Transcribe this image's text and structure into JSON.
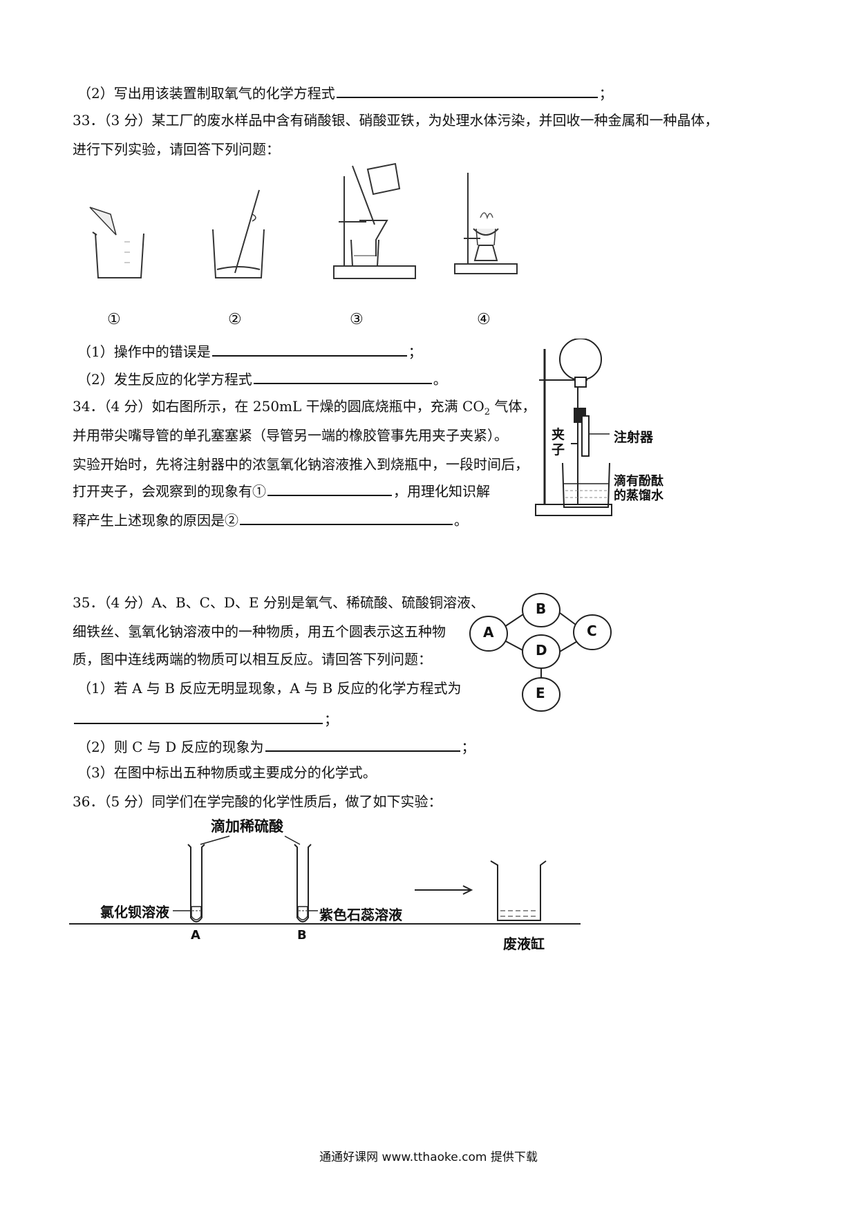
{
  "q32": {
    "part2_prefix": "（2）写出用该装置制取氧气的化学方程式",
    "part2_suffix": "；"
  },
  "q33": {
    "stem_line1": "33．（3 分）某工厂的废水样品中含有硝酸银、硝酸亚铁，为处理水体污染，并回收一种金属和一种晶体，",
    "stem_line2": "进行下列实验，请回答下列问题：",
    "step_labels": [
      "①",
      "②",
      "③",
      "④"
    ],
    "part1_prefix": "（1）操作中的错误是",
    "part1_suffix": "；",
    "part2_prefix": "（2）发生反应的化学方程式",
    "part2_suffix": "。"
  },
  "q34": {
    "line1_a": "34．（4 分）如右图所示，在 250mL 干燥的圆底烧瓶中，充满 CO",
    "line1_sub": "2",
    "line1_b": " 气体，",
    "line2": "并用带尖嘴导管的单孔塞塞紧（导管另一端的橡胶管事先用夹子夹紧）。",
    "line3": "实验开始时，先将注射器中的浓氢氧化钠溶液推入到烧瓶中，一段时间后，",
    "line4_a": "打开夹子，会观察到的现象有①",
    "line4_b": "，用理化知识解",
    "line5_a": "释产生上述现象的原因是②",
    "line5_b": "。",
    "figure": {
      "clamp_label_1": "夹",
      "clamp_label_2": "子",
      "syringe_label": "注射器",
      "water_label_1": "滴有酚酞",
      "water_label_2": "的蒸馏水"
    }
  },
  "q35": {
    "line1": "35．（4 分）A、B、C、D、E 分别是氧气、稀硫酸、硫酸铜溶液、",
    "line2": "细铁丝、氢氧化钠溶液中的一种物质，用五个圆表示这五种物",
    "line3": "质，图中连线两端的物质可以相互反应。请回答下列问题：",
    "part1": "（1）若 A 与 B 反应无明显现象，A 与 B 反应的化学方程式为",
    "part1_suffix": "；",
    "part2_prefix": "（2）则 C 与 D 反应的现象为",
    "part2_suffix": "；",
    "part3": "（3）在图中标出五种物质或主要成分的化学式。",
    "nodes": [
      "A",
      "B",
      "C",
      "D",
      "E"
    ]
  },
  "q36": {
    "stem": "36．（5 分）同学们在学完酸的化学性质后，做了如下实验：",
    "figure": {
      "top_label": "滴加稀硫酸",
      "tube_a_solution": "氯化钡溶液",
      "tube_b_solution": "紫色石蕊溶液",
      "tube_a": "A",
      "tube_b": "B",
      "waste": "废液缸"
    }
  },
  "footer": "通通好课网  www.tthaoke.com  提供下载"
}
